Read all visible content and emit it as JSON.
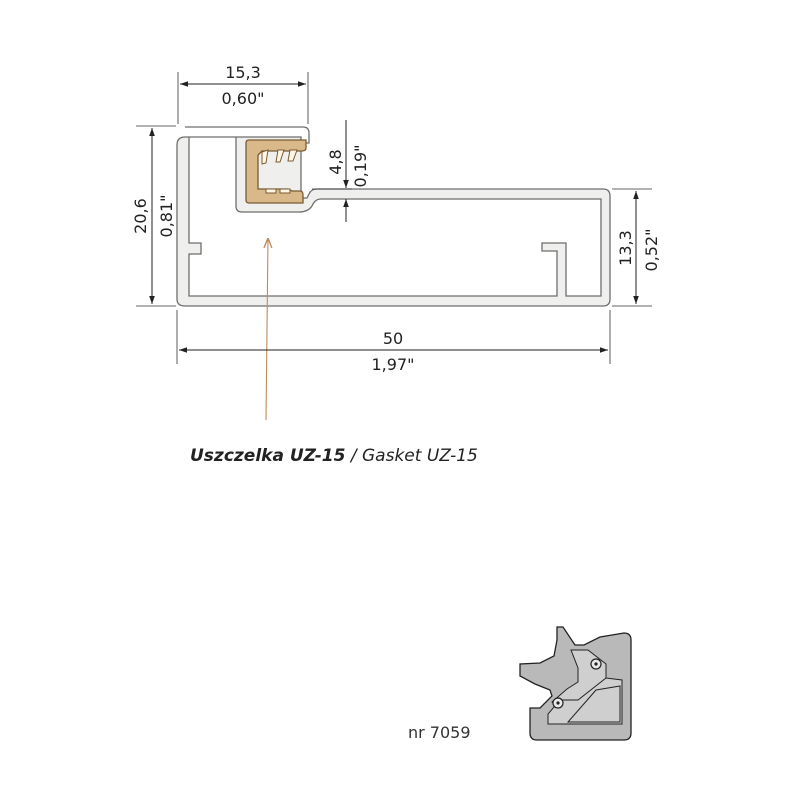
{
  "dimensions": {
    "top_width_mm": "15,3",
    "top_width_in": "0,60\"",
    "height_mm": "20,6",
    "height_in": "0,81\"",
    "slot_mm": "4,8",
    "slot_in": "0,19\"",
    "right_height_mm": "13,3",
    "right_height_in": "0,52\"",
    "length_mm": "50",
    "length_in": "1,97\""
  },
  "caption": {
    "gasket_pl": "Uszczelka UZ-15",
    "separator": " / ",
    "gasket_en": "Gasket UZ-15"
  },
  "part_number": "nr 7059",
  "colors": {
    "profile_fill": "#efefed",
    "gasket_fill": "#d9b88a",
    "leader": "#c08a5a",
    "corner_fill": "#b9b9b9"
  }
}
